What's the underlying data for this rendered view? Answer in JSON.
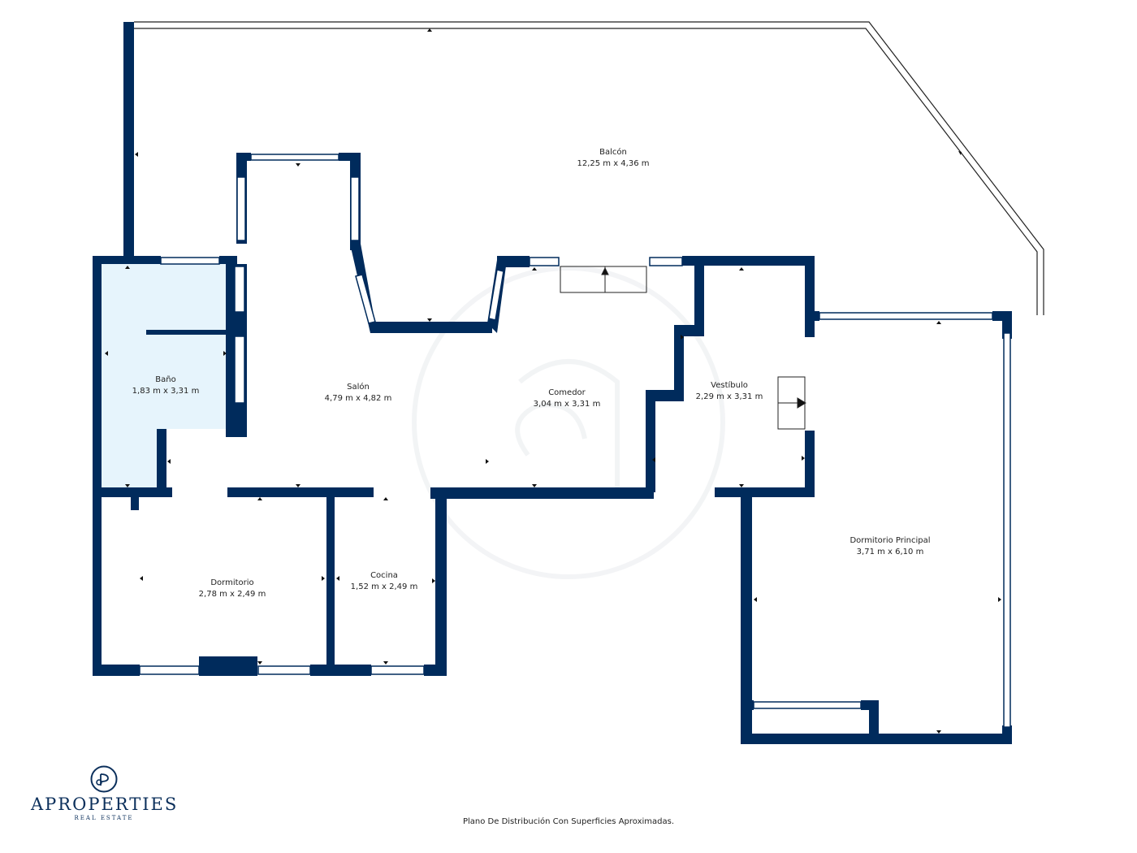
{
  "colors": {
    "wall": "#002b5c",
    "bath_fill": "#e6f4fc",
    "window": "#ffffff",
    "text": "#222222"
  },
  "rooms": [
    {
      "id": "balcon",
      "name": "Balcón",
      "dims": "12,25 m x 4,36 m"
    },
    {
      "id": "bano",
      "name": "Baño",
      "dims": "1,83 m x 3,31 m"
    },
    {
      "id": "salon",
      "name": "Salón",
      "dims": "4,79 m x 4,82 m"
    },
    {
      "id": "comedor",
      "name": "Comedor",
      "dims": "3,04 m x 3,31 m"
    },
    {
      "id": "vestibulo",
      "name": "Vestíbulo",
      "dims": "2,29 m x 3,31 m"
    },
    {
      "id": "dormitorio-principal",
      "name": "Dormitorio Principal",
      "dims": "3,71 m x 6,10 m"
    },
    {
      "id": "dormitorio",
      "name": "Dormitorio",
      "dims": "2,78 m x 2,49 m"
    },
    {
      "id": "cocina",
      "name": "Cocina",
      "dims": "1,52 m x 2,49 m"
    }
  ],
  "brand": {
    "name": "APROPERTIES",
    "subtitle": "REAL ESTATE",
    "logo_icon": "ap-monogram-icon"
  },
  "footer": {
    "note": "Plano De Distribución Con Superficies Aproximadas."
  }
}
